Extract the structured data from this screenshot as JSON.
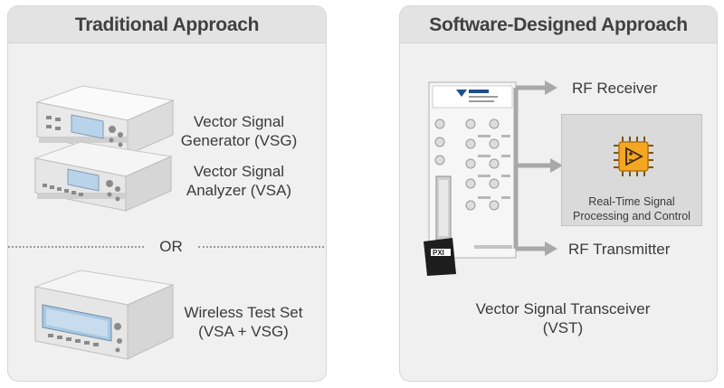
{
  "traditional": {
    "title": "Traditional Approach",
    "vsg_line1": "Vector Signal",
    "vsg_line2": "Generator (VSG)",
    "vsa_line1": "Vector Signal",
    "vsa_line2": "Analyzer (VSA)",
    "or_text": "OR",
    "wts_line1": "Wireless Test Set",
    "wts_line2": "(VSA + VSG)"
  },
  "software": {
    "title": "Software-Designed Approach",
    "rf_receiver": "RF Receiver",
    "dsp_line1": "Real-Time Signal",
    "dsp_line2": "Processing and Control",
    "rf_transmitter": "RF Transmitter",
    "vst_line1": "Vector Signal Transceiver",
    "vst_line2": "(VST)",
    "pxi_logo": "PXI"
  },
  "colors": {
    "panel_bg": "#f0f0f0",
    "header_bg": "#e3e3e3",
    "chip_orange": "#f5a623",
    "arrow_gray": "#a8a8a8",
    "screen_blue": "#b9d3ea"
  }
}
